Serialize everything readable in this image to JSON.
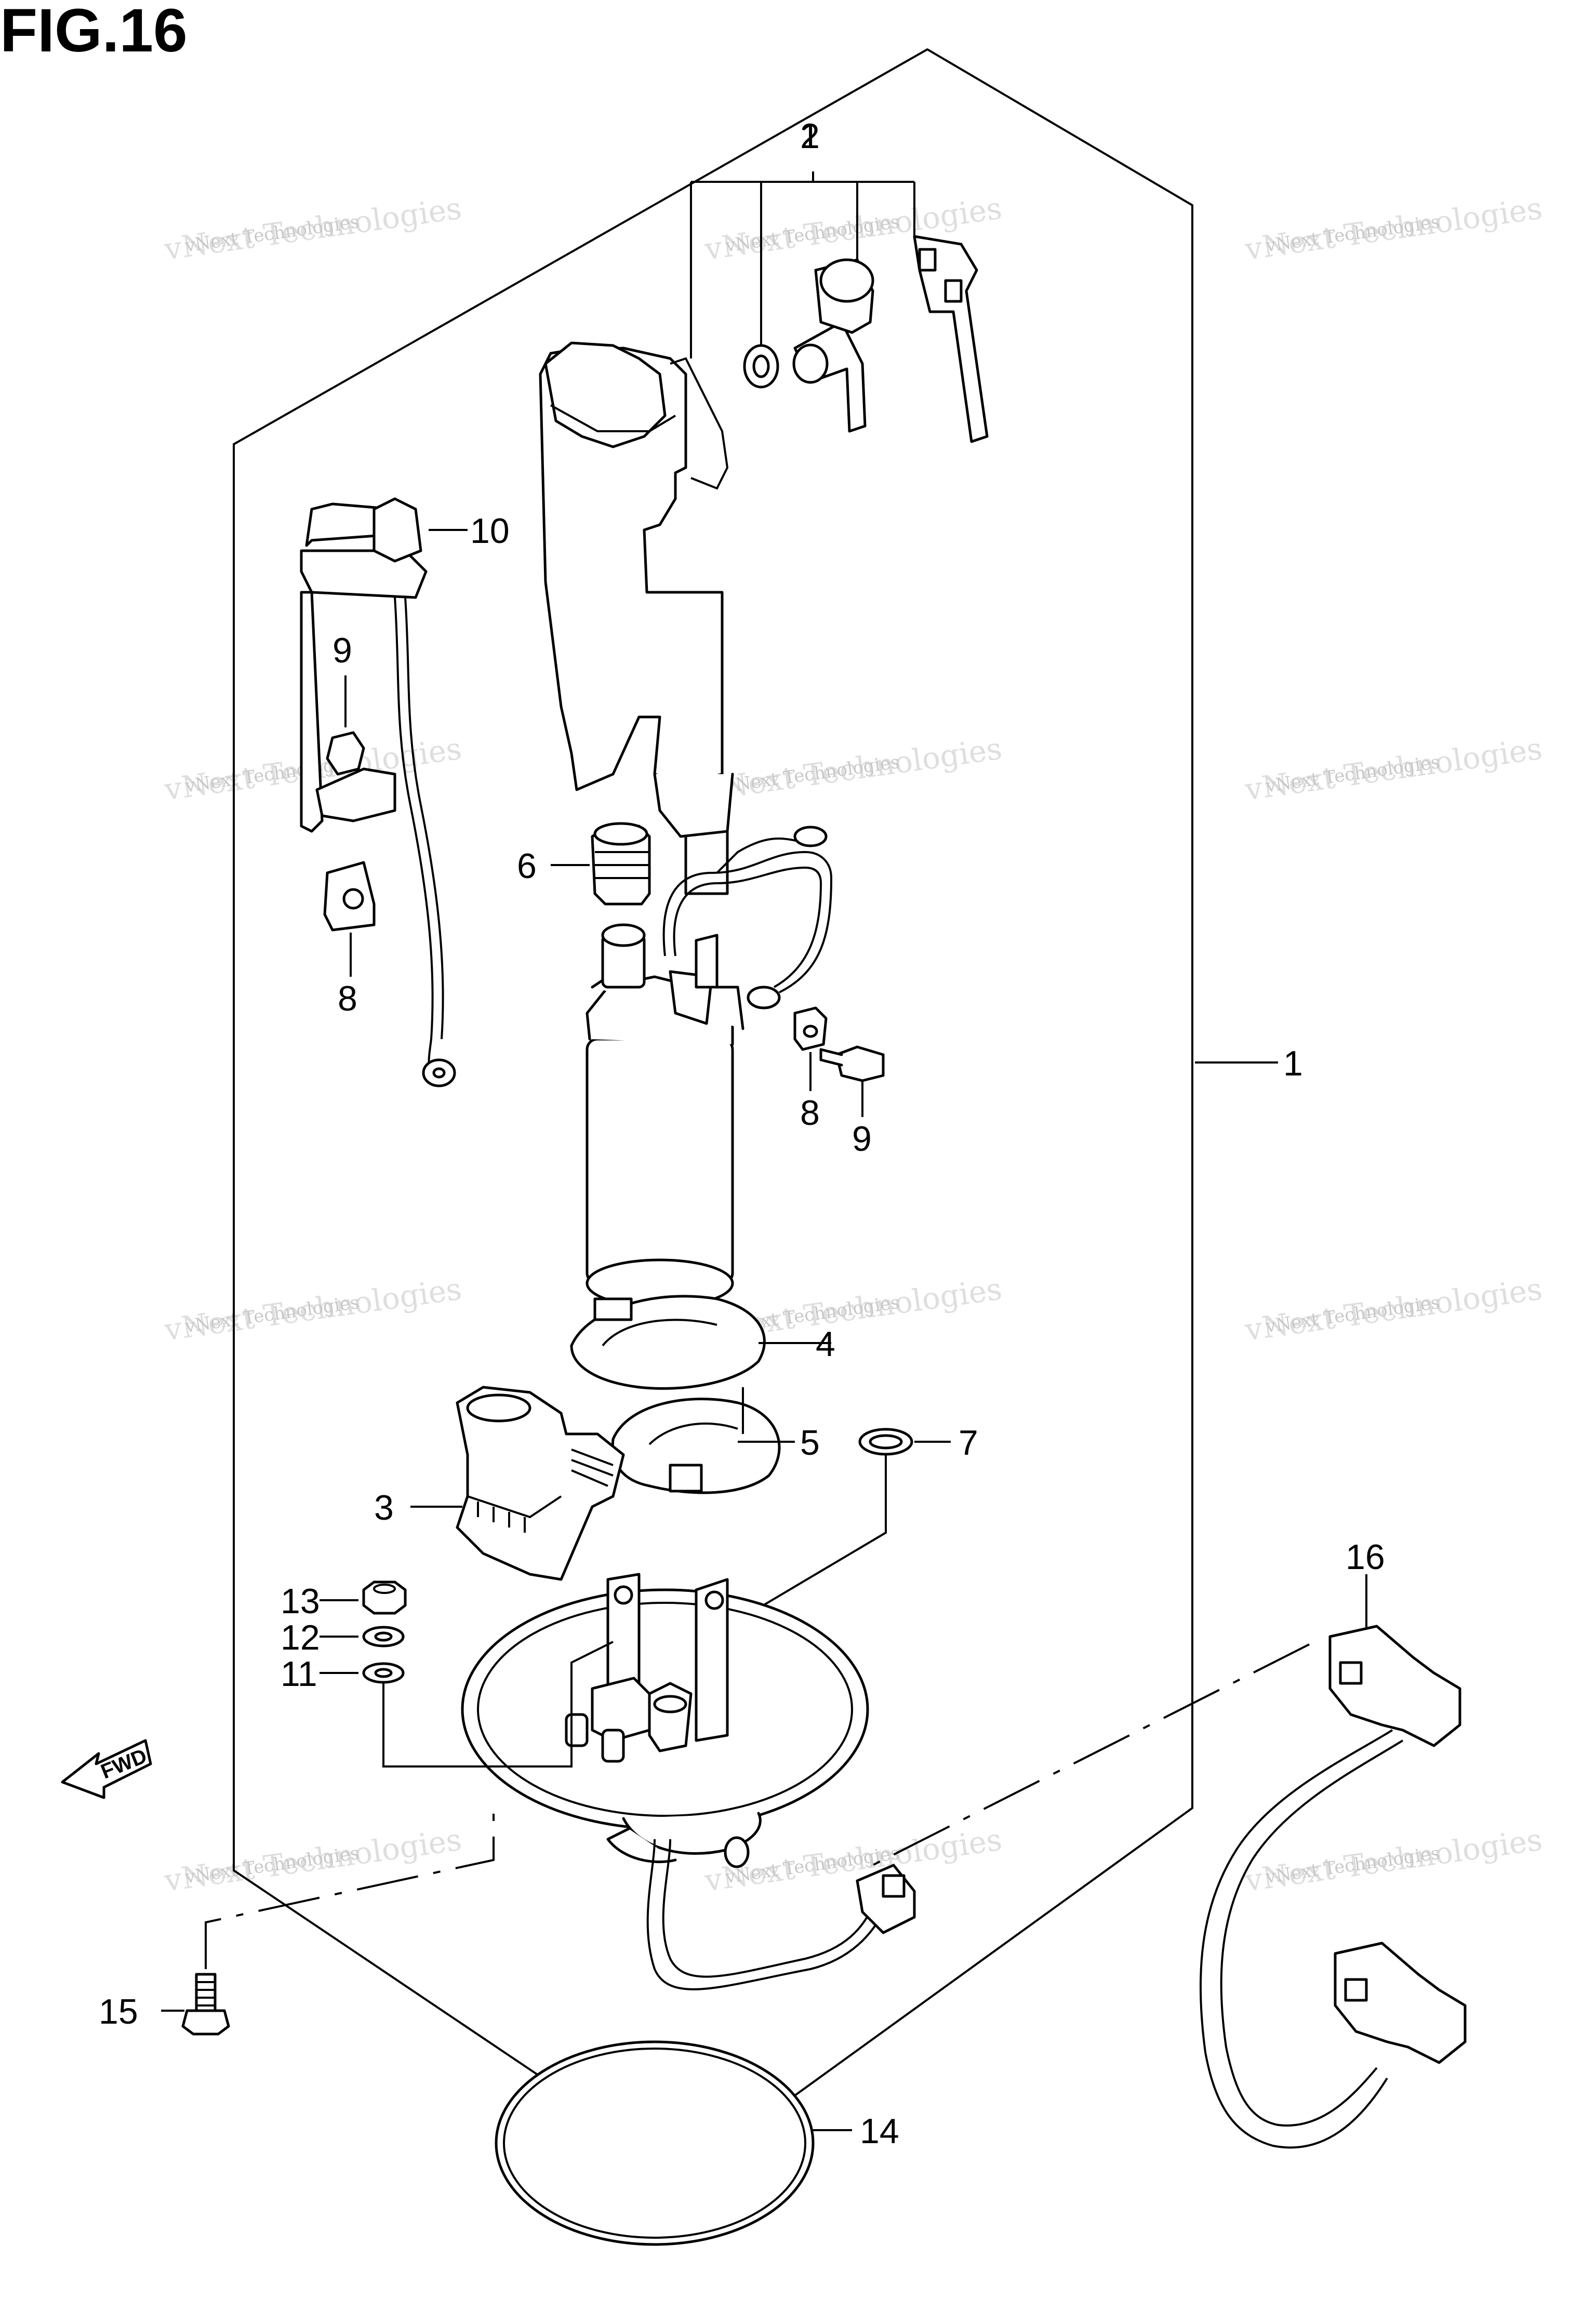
{
  "figure": {
    "title": "FIG.16",
    "fwd_label": "FWD"
  },
  "callouts": [
    "1",
    "2",
    "3",
    "4",
    "5",
    "6",
    "7",
    "8",
    "8",
    "9",
    "9",
    "10",
    "11",
    "12",
    "13",
    "14",
    "15",
    "16"
  ],
  "watermark": {
    "line1": "vNext Technologies",
    "line2": "vNext Technologies"
  },
  "colors": {
    "line": "#000000",
    "background": "#ffffff",
    "watermark": "#c8c8c8"
  }
}
